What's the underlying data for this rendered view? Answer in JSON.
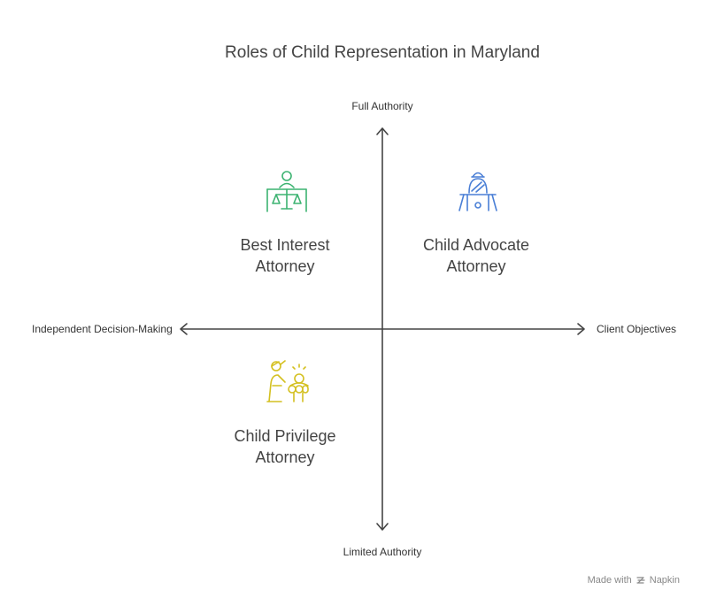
{
  "title": "Roles of Child Representation in Maryland",
  "axes": {
    "top": "Full Authority",
    "bottom": "Limited Authority",
    "left": "Independent Decision-Making",
    "right": "Client Objectives"
  },
  "quadrants": {
    "best_interest": {
      "line1": "Best Interest",
      "line2": "Attorney",
      "color": "#3cb371",
      "icon": "judge-scales-icon"
    },
    "child_advocate": {
      "line1": "Child Advocate",
      "line2": "Attorney",
      "color": "#4a7fd6",
      "icon": "speaker-podium-icon"
    },
    "child_privilege": {
      "line1": "Child Privilege",
      "line2": "Attorney",
      "color": "#d4c020",
      "icon": "teacher-child-icon"
    }
  },
  "footer": {
    "made_with": "Made with",
    "brand": "Napkin"
  }
}
